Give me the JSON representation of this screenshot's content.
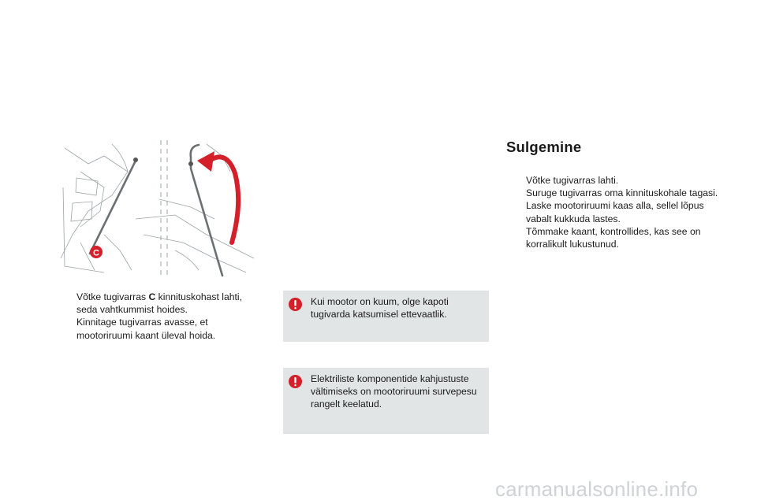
{
  "left_list": {
    "items": [
      {
        "text_before": "Võtke tugivarras ",
        "bold": "C",
        "text_after": " kinnituskohast lahti, seda vahtkummist hoides."
      },
      {
        "text": "Kinnitage tugivarras avasse, et mootoriruumi kaant üleval hoida."
      }
    ]
  },
  "marker": "",
  "figure": {
    "callout": "C"
  },
  "warnings": [
    {
      "text": "Kui mootor on kuum, olge kapoti tugivarda katsumisel ettevaatlik."
    },
    {
      "text": "Elektriliste komponentide kahjustuste vältimiseks on mootoriruumi survepesu rangelt keelatud."
    }
  ],
  "closing": {
    "title": "Sulgemine",
    "items": [
      "Võtke tugivarras lahti.",
      "Suruge tugivarras oma kinnituskohale tagasi.",
      "Laske mootoriruumi kaas alla, sellel lõpus vabalt kukkuda lastes.",
      "Tõmmake kaant, kontrollides, kas see on korralikult lukustunud."
    ]
  },
  "footer": {
    "watermark": "carmanualsonline.info"
  },
  "colors": {
    "accent_red": "#d3202a",
    "warning_bg": "#e2e5e6"
  }
}
